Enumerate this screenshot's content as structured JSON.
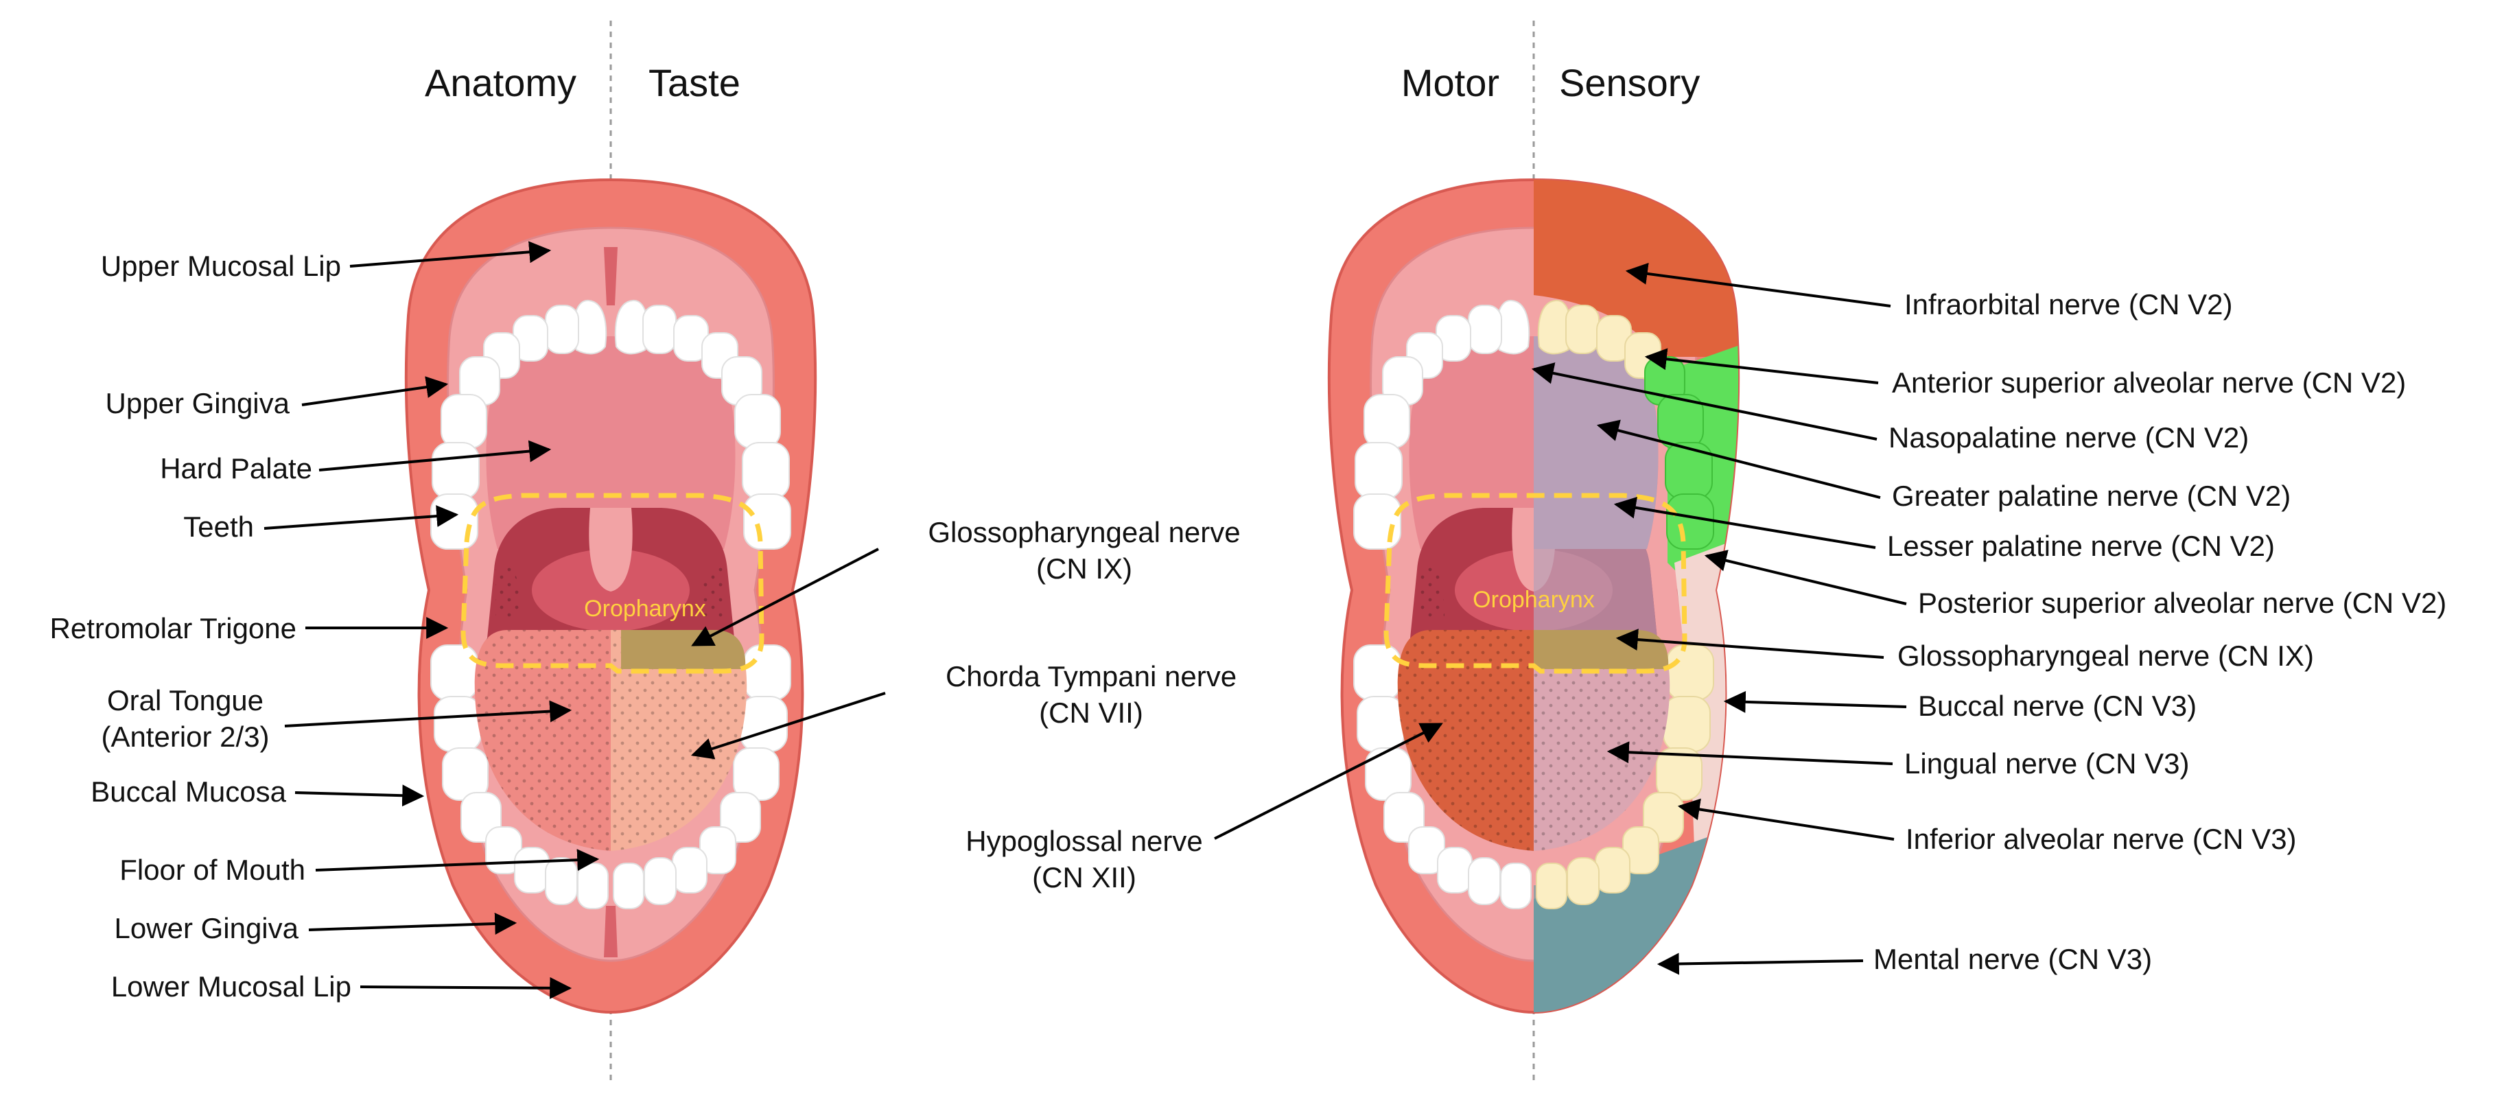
{
  "headers": {
    "anatomy": "Anatomy",
    "taste": "Taste",
    "motor": "Motor",
    "sensory": "Sensory"
  },
  "oropharynx": "Oropharynx",
  "left_labels": {
    "upper_mucosal_lip": "Upper Mucosal Lip",
    "upper_gingiva": "Upper Gingiva",
    "hard_palate": "Hard Palate",
    "teeth": "Teeth",
    "retromolar_trigone": "Retromolar Trigone",
    "oral_tongue_1": "Oral Tongue",
    "oral_tongue_2": "(Anterior 2/3)",
    "buccal_mucosa": "Buccal Mucosa",
    "floor_of_mouth": "Floor of Mouth",
    "lower_gingiva": "Lower Gingiva",
    "lower_mucosal_lip": "Lower Mucosal Lip"
  },
  "middle_labels": {
    "glossopharyngeal_1": "Glossopharyngeal nerve",
    "glossopharyngeal_2": "(CN IX)",
    "chorda_1": "Chorda Tympani nerve",
    "chorda_2": "(CN VII)",
    "hypoglossal_1": "Hypoglossal nerve",
    "hypoglossal_2": "(CN XII)"
  },
  "right_labels": {
    "infraorbital": "Infraorbital nerve (CN V2)",
    "anterior_superior_alveolar": "Anterior superior alveolar nerve (CN V2)",
    "nasopalatine": "Nasopalatine nerve (CN V2)",
    "greater_palatine": "Greater palatine nerve (CN V2)",
    "lesser_palatine": "Lesser palatine nerve (CN V2)",
    "posterior_superior_alveolar": "Posterior superior alveolar nerve (CN V2)",
    "glossopharyngeal": "Glossopharyngeal nerve (CN IX)",
    "buccal": "Buccal nerve (CN V3)",
    "lingual": "Lingual nerve (CN V3)",
    "inferior_alveolar": "Inferior alveolar nerve (CN V3)",
    "mental": "Mental nerve (CN V3)"
  },
  "colors": {
    "lip": "#f07a70",
    "mucosa": "#f2a3a5",
    "palate": "#e98890",
    "throat": "#b23a4a",
    "tongue_left": "#ef8a84",
    "tongue_right": "#f5b09a",
    "taste_ix": "#b89a5c",
    "oropharynx_outline": "#ffd23f",
    "motor_tongue": "#d9603e",
    "infraorbital": "#e0633c",
    "greater_palatine": "#b8a0b8",
    "posterior_superior_alveolar": "#5ee05a",
    "anterior_superior_alveolar": "#fbeec3",
    "lingual": "#dba6b2",
    "mental": "#6f9ca2"
  }
}
